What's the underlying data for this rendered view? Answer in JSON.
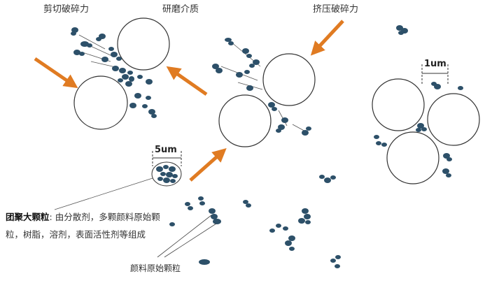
{
  "labels": {
    "cutting_force": "剪切破碎力",
    "grinding_medium": "研磨介质",
    "compression_force": "挤压破碎力",
    "scale_small": "1um",
    "scale_large": "5um",
    "primary_particles": "颜料原始颗粒"
  },
  "note": {
    "title": "团聚大颗粒",
    "body": ": 由分散剂，多颗颜料原始颗粒，树脂，溶剂，表面活性剂等组成"
  },
  "colors": {
    "particle": "#2d5069",
    "arrow": "#e07b22",
    "circle_stroke": "#333333"
  }
}
